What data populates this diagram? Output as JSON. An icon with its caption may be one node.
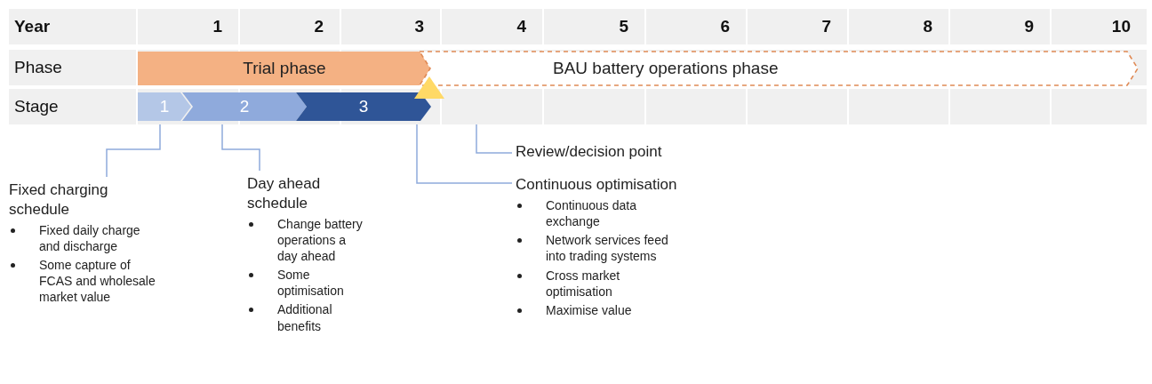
{
  "diagram": {
    "nodes": [
      {
        "text": [
          "Trial phase"
        ]
      },
      {
        "text": [
          "BAU battery operations phase"
        ]
      },
      {
        "text": [
          "1"
        ]
      },
      {
        "text": [
          "2"
        ]
      },
      {
        "text": [
          "3"
        ]
      },
      {
        "text": [],
        "shape": "triangle"
      },
      {
        "text": [
          "Fixed charging schedule",
          "Fixed daily charge and discharge",
          "Some capture of FCAS and wholesale market value"
        ]
      },
      {
        "text": [
          "Day ahead schedule",
          "Change battery operations a day ahead",
          "Some optimisation",
          "Additional benefits"
        ]
      },
      {
        "text": [
          "Review/decision point"
        ]
      },
      {
        "text": [
          "Continuous optimisation",
          "Continuous data exchange",
          "Network services feed into trading systems",
          "Cross market optimisation",
          "Maximise value"
        ]
      }
    ],
    "edges": [
      {
        "from": 2,
        "to": 6,
        "arrow": "none"
      },
      {
        "from": 3,
        "to": 7,
        "arrow": "none"
      },
      {
        "from": 4,
        "to": 9,
        "arrow": "none"
      },
      {
        "from": 5,
        "to": 8,
        "arrow": "none"
      }
    ],
    "labels": [
      "Year",
      "1",
      "2",
      "3",
      "4",
      "5",
      "6",
      "7",
      "8",
      "9",
      "10",
      "Phase",
      "Stage"
    ]
  }
}
